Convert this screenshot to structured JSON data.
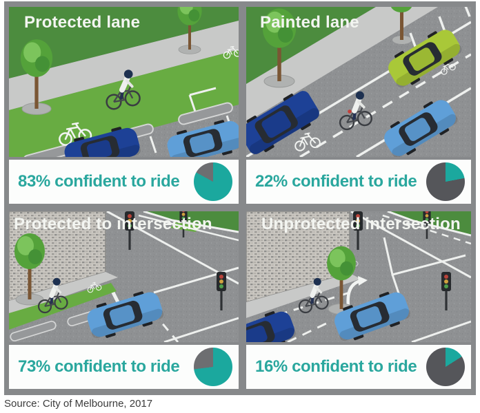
{
  "figure": {
    "panels": [
      {
        "key": "protected-lane",
        "title": "Protected lane",
        "stat_label": "83% confident to ride",
        "percent": 83,
        "remainder_color": "#6d6e71"
      },
      {
        "key": "painted-lane",
        "title": "Painted lane",
        "stat_label": "22% confident to ride",
        "percent": 22,
        "remainder_color": "#55565a"
      },
      {
        "key": "protected-to-intersection",
        "title": "Protected to intersection",
        "stat_label": "73% confident to ride",
        "percent": 73,
        "remainder_color": "#6d6e71"
      },
      {
        "key": "unprotected-intersection",
        "title": "Unprotected intersection",
        "stat_label": "16% confident to ride",
        "percent": 16,
        "remainder_color": "#55565a"
      }
    ]
  },
  "source": "Source: City of Melbourne, 2017",
  "colors": {
    "teal": "#1ba89e",
    "stat_text": "#2aa79e",
    "frame_gray": "#87898b",
    "pie_gray_medium": "#6d6e71",
    "pie_gray_dark": "#55565a",
    "grass_green": "#4c8c3e",
    "bike_lane_green": "#68ac42",
    "road_gray": "#8f9193",
    "sidewalk_gray": "#c8c9c8",
    "title_text": "#f3f5f1",
    "car_navy": "#1d4196",
    "car_light_blue": "#5f9fd8",
    "car_lime": "#a9c838"
  },
  "chart_data": [
    {
      "type": "pie",
      "title": "Protected lane",
      "slices": [
        {
          "label": "confident to ride",
          "value": 83,
          "color": "#1ba89e"
        },
        {
          "label": "remainder",
          "value": 17,
          "color": "#6d6e71"
        }
      ],
      "annotation": "83% confident to ride"
    },
    {
      "type": "pie",
      "title": "Painted lane",
      "slices": [
        {
          "label": "confident to ride",
          "value": 22,
          "color": "#1ba89e"
        },
        {
          "label": "remainder",
          "value": 78,
          "color": "#55565a"
        }
      ],
      "annotation": "22% confident to ride"
    },
    {
      "type": "pie",
      "title": "Protected to intersection",
      "slices": [
        {
          "label": "confident to ride",
          "value": 73,
          "color": "#1ba89e"
        },
        {
          "label": "remainder",
          "value": 27,
          "color": "#6d6e71"
        }
      ],
      "annotation": "73% confident to ride"
    },
    {
      "type": "pie",
      "title": "Unprotected intersection",
      "slices": [
        {
          "label": "confident to ride",
          "value": 16,
          "color": "#1ba89e"
        },
        {
          "label": "remainder",
          "value": 84,
          "color": "#55565a"
        }
      ],
      "annotation": "16% confident to ride"
    }
  ]
}
